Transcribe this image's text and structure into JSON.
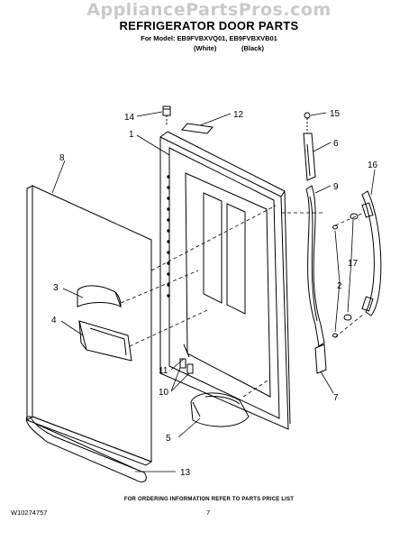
{
  "watermark": "AppliancePartsPros.com",
  "header": {
    "title": "REFRIGERATOR DOOR PARTS",
    "model_line": "For Model: EB9FVBXVQ01, EB9FVBXVB01",
    "variant_white": "(White)",
    "variant_black": "(Black)"
  },
  "callouts": {
    "c1": "1",
    "c2": "2",
    "c3": "3",
    "c4": "4",
    "c5": "5",
    "c6": "6",
    "c7": "7",
    "c8": "8",
    "c9": "9",
    "c10": "10",
    "c11": "11",
    "c12": "12",
    "c13": "13",
    "c14": "14",
    "c15": "15",
    "c16": "16",
    "c17": "17"
  },
  "footer": {
    "note": "FOR ORDERING INFORMATION REFER TO PARTS PRICE LIST",
    "doc_number": "W10274757",
    "page_number": "7"
  }
}
